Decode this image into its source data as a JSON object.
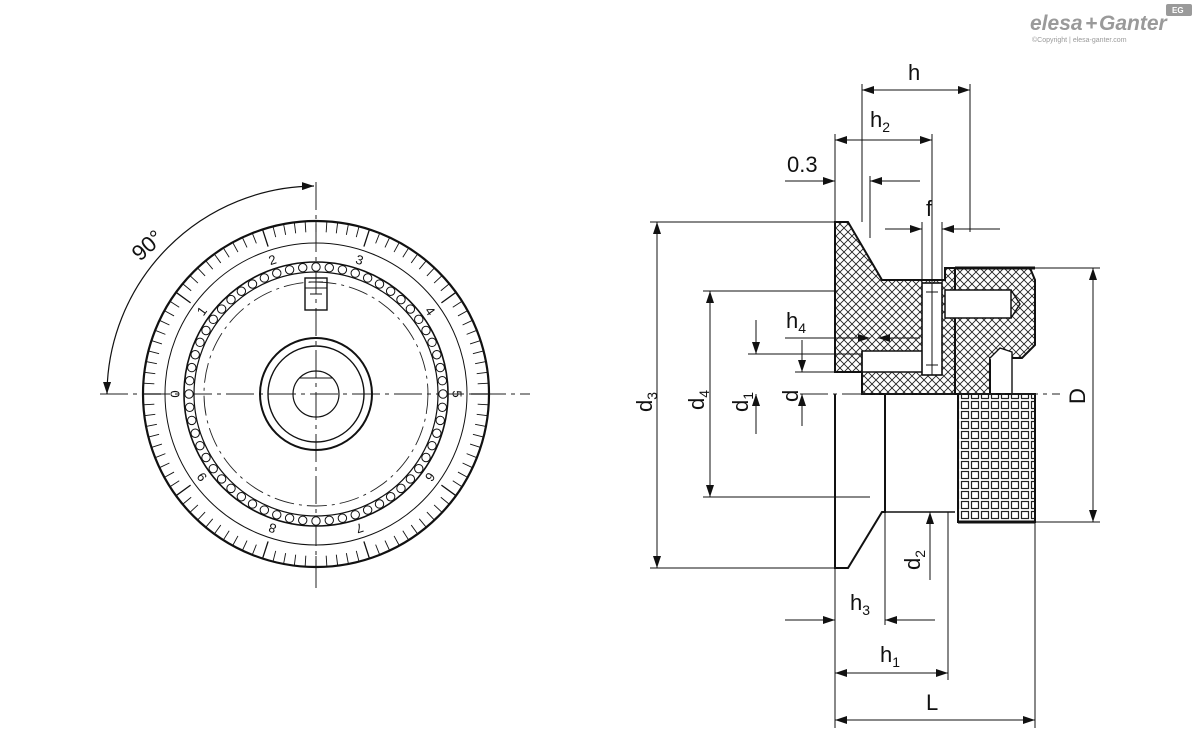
{
  "brand": {
    "name_part1": "elesa",
    "separator": "+",
    "name_part2": "Ganter",
    "badge": "EG",
    "copyright": "©Copyright | elesa-ganter.com",
    "color": "#9a9a9a"
  },
  "front_view": {
    "angle_label": "90°",
    "dial_numbers": [
      "0",
      "1",
      "2",
      "3",
      "4",
      "5",
      "6",
      "7",
      "8",
      "9"
    ]
  },
  "section_view": {
    "dimensions": {
      "h": "h",
      "h2": {
        "base": "h",
        "sub": "2"
      },
      "offset_03": "0.3",
      "f": "f",
      "h4": {
        "base": "h",
        "sub": "4"
      },
      "d3": {
        "base": "d",
        "sub": "3"
      },
      "d4": {
        "base": "d",
        "sub": "4"
      },
      "d1": {
        "base": "d",
        "sub": "1"
      },
      "d": "d",
      "D": "D",
      "d2": {
        "base": "d",
        "sub": "2"
      },
      "h3": {
        "base": "h",
        "sub": "3"
      },
      "h1": {
        "base": "h",
        "sub": "1"
      },
      "L": "L"
    }
  }
}
